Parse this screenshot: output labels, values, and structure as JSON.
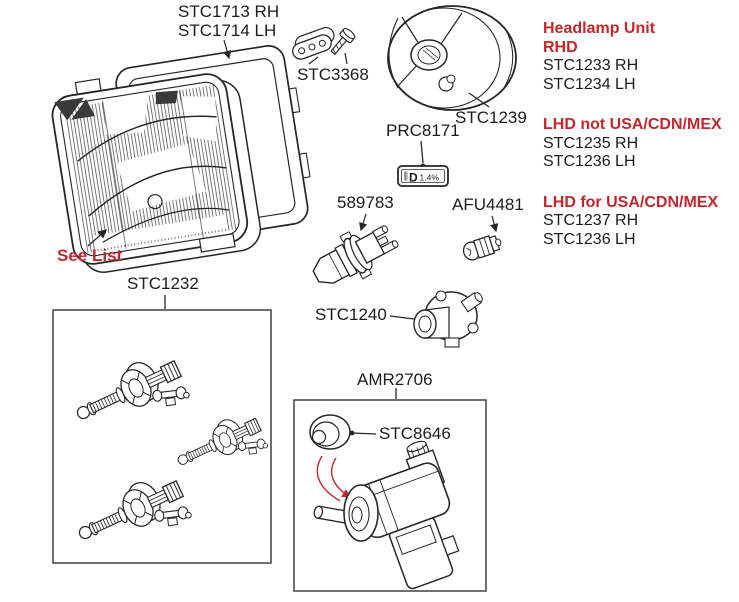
{
  "colors": {
    "accent_red": "#c1272d",
    "line_color": "#262626",
    "box_border": "#4d4d4d"
  },
  "labels": {
    "seal_rh": "STC1713 RH",
    "seal_lh": "STC1714 LH",
    "retainer_screw": "STC3368",
    "bowl": "STC1239",
    "aim_label": "PRC8171",
    "aim_plate_d": "D",
    "aim_plate_pct": "1.4%",
    "bulb_main": "589783",
    "bulb_small": "AFU4481",
    "bulb_holder": "STC1240",
    "see_list": "See List",
    "adjuster_kit": "STC1232",
    "leveling_motor_kit": "AMR2706",
    "grommet": "STC8646"
  },
  "legend": {
    "sections": [
      {
        "heading_lines": [
          "Headlamp Unit",
          "RHD"
        ],
        "items": [
          "STC1233 RH",
          "STC1234 LH"
        ]
      },
      {
        "heading_lines": [
          "LHD not USA/CDN/MEX"
        ],
        "items": [
          "STC1235 RH",
          "STC1236 LH"
        ]
      },
      {
        "heading_lines": [
          "LHD for USA/CDN/MEX"
        ],
        "items": [
          "STC1237 RH",
          "STC1236 LH"
        ]
      }
    ]
  }
}
